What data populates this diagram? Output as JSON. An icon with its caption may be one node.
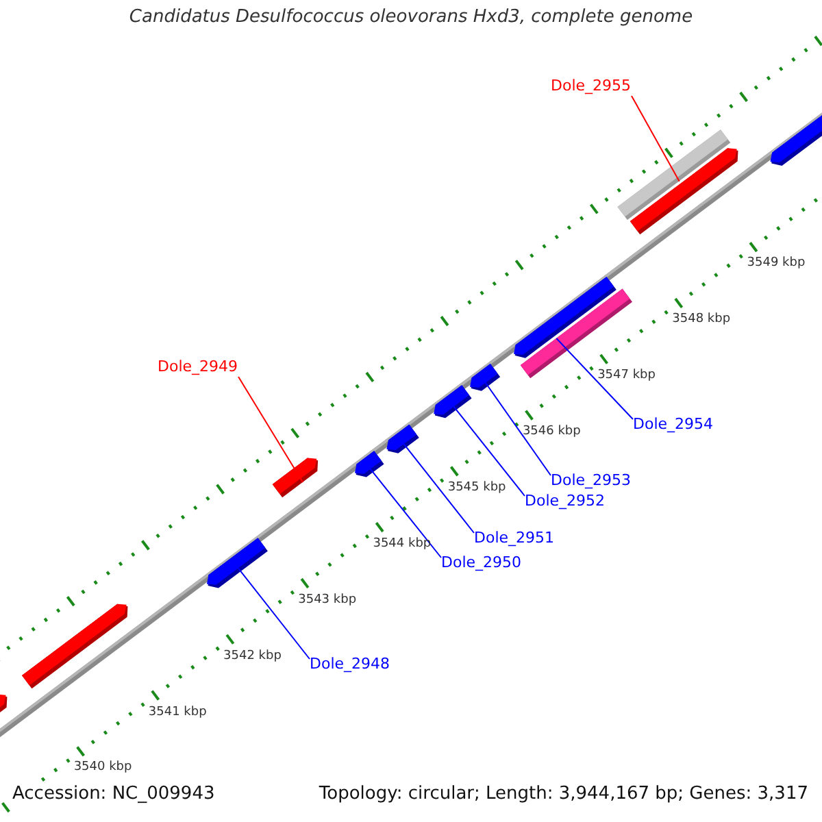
{
  "diagram": {
    "title": "Candidatus Desulfococcus oleovorans Hxd3, complete genome",
    "nodes": [
      {
        "text": [
          "Dole_2955"
        ]
      },
      {
        "text": [
          "Dole_2949"
        ]
      },
      {
        "text": [
          "Dole_2954"
        ]
      },
      {
        "text": [
          "Dole_2953"
        ]
      },
      {
        "text": [
          "Dole_2952"
        ]
      },
      {
        "text": [
          "Dole_2951"
        ]
      },
      {
        "text": [
          "Dole_2950"
        ]
      },
      {
        "text": [
          "Dole_2948"
        ]
      },
      {
        "text": [],
        "shape": "bar"
      },
      {
        "text": [],
        "shape": "bar"
      },
      {
        "text": [],
        "shape": "bar"
      },
      {
        "text": [],
        "shape": "bar"
      },
      {
        "text": [],
        "shape": "bar"
      },
      {
        "text": [],
        "shape": "bar"
      },
      {
        "text": [],
        "shape": "bar"
      },
      {
        "text": [],
        "shape": "bar"
      },
      {
        "text": [],
        "shape": "bar"
      },
      {
        "text": [],
        "shape": "bar"
      },
      {
        "text": [],
        "shape": "bar"
      },
      {
        "text": [],
        "shape": "bar"
      },
      {
        "text": [],
        "shape": "bar"
      }
    ],
    "edges": [
      {
        "from": 0,
        "to": 18,
        "arrow": "none",
        "color": "#ff0000"
      },
      {
        "from": 1,
        "to": 11,
        "arrow": "none",
        "color": "#ff0000"
      },
      {
        "from": 2,
        "to": 17,
        "arrow": "none"
      },
      {
        "from": 3,
        "to": 15,
        "arrow": "none"
      },
      {
        "from": 4,
        "to": 14,
        "arrow": "none"
      },
      {
        "from": 5,
        "to": 13,
        "arrow": "none"
      },
      {
        "from": 6,
        "to": 12,
        "arrow": "none"
      },
      {
        "from": 7,
        "to": 10,
        "arrow": "none"
      }
    ],
    "labels": [
      "3549 kbp",
      "3548 kbp",
      "3547 kbp",
      "3546 kbp",
      "3545 kbp",
      "3544 kbp",
      "3543 kbp",
      "3542 kbp",
      "3541 kbp",
      "3540 kbp",
      "Accession: NC_009943",
      "Topology: circular; Length: 3,944,167 bp; Genes: 3,317"
    ]
  }
}
